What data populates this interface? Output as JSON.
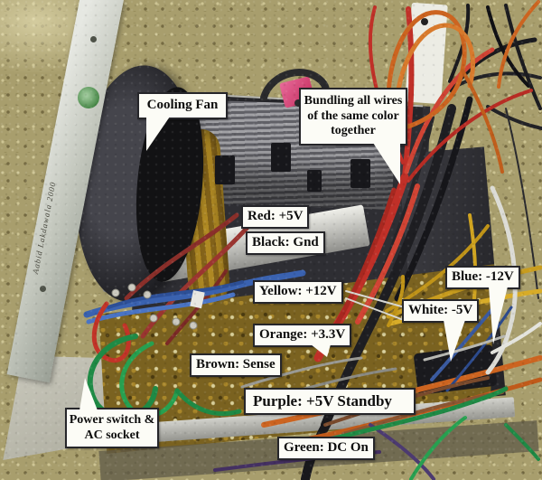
{
  "figure": {
    "subject": "Opened ATX power supply unit photographed on carpet",
    "watermark": "Aabid Lakdawala 2000"
  },
  "callouts": [
    {
      "id": "cooling-fan",
      "text": "Cooling Fan"
    },
    {
      "id": "bundling",
      "text": "Bundling all wires of the same color together"
    },
    {
      "id": "red",
      "text": "Red: +5V"
    },
    {
      "id": "black",
      "text": "Black: Gnd"
    },
    {
      "id": "yellow",
      "text": "Yellow: +12V"
    },
    {
      "id": "blue",
      "text": "Blue: -12V"
    },
    {
      "id": "white",
      "text": "White: -5V"
    },
    {
      "id": "orange",
      "text": "Orange: +3.3V"
    },
    {
      "id": "brown",
      "text": "Brown: Sense"
    },
    {
      "id": "purple",
      "text": "Purple: +5V Standby"
    },
    {
      "id": "power",
      "text": "Power switch & AC socket"
    },
    {
      "id": "green",
      "text": "Green: DC On"
    }
  ],
  "colors": {
    "carpet": "#a89e6d",
    "case": "#2e2e33",
    "pcb": "#7a6220",
    "callout_bg": "#fcfcf6",
    "callout_border": "#26262a",
    "wire_red": "#c03028",
    "wire_black": "#1e1e22",
    "wire_yellow": "#c89c1e",
    "wire_orange": "#cc6420",
    "wire_blue": "#3a62b0",
    "wire_white": "#dcdcd6",
    "wire_green": "#1f8a45",
    "wire_purple": "#4c3a70",
    "wire_brown": "#7a4a2c",
    "wire_maroon": "#8a2f2a"
  }
}
